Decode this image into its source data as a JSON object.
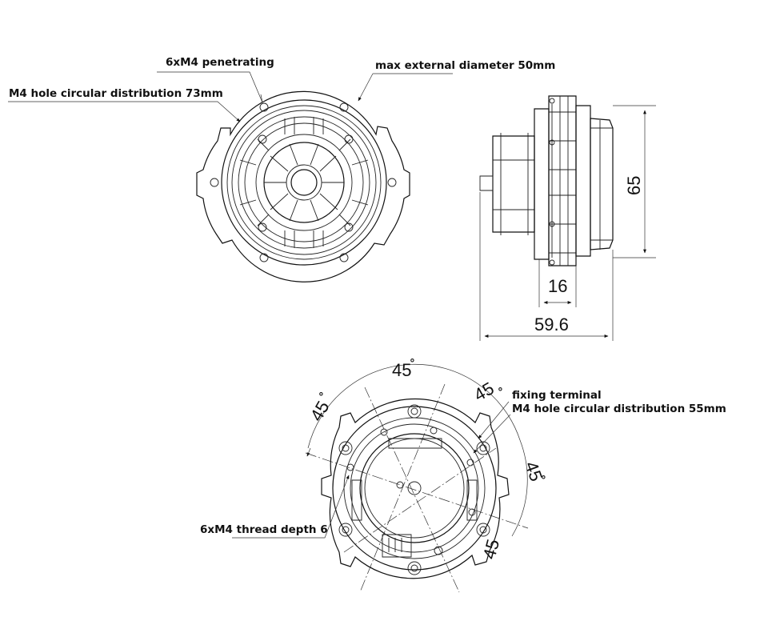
{
  "annotations": {
    "penetrating": "6xM4 penetrating",
    "max_diameter": "max external diameter 50mm",
    "hole_73": "M4 hole  circular distribution 73mm",
    "fixing_terminal": "fixing terminal",
    "hole_55": "M4 hole circular distribution 55mm",
    "thread_depth": "6xM4 thread depth 6"
  },
  "dimensions": {
    "height": "65",
    "flange_width": "16",
    "total_length": "59.6",
    "angle_top": "45",
    "angle_top_right": "45",
    "angle_top_left": "45",
    "angle_right": "45",
    "angle_bottom_right": "45",
    "degree_symbol": "°"
  }
}
